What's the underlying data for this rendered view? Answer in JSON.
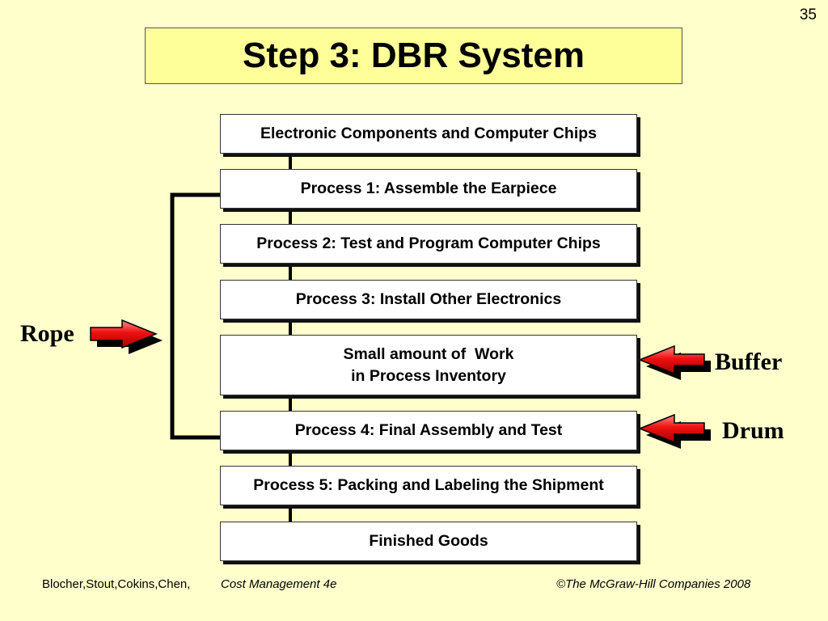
{
  "slide": {
    "number": "35",
    "title": "Step 3: DBR System"
  },
  "flow": {
    "boxes": [
      {
        "line1": "Electronic Components and Computer Chips",
        "line2": ""
      },
      {
        "line1": "Process 1: Assemble the Earpiece",
        "line2": ""
      },
      {
        "line1": "Process 2: Test and Program Computer Chips",
        "line2": ""
      },
      {
        "line1": "Process 3: Install Other Electronics",
        "line2": ""
      },
      {
        "line1": "Small amount of  Work",
        "line2": "in Process Inventory"
      },
      {
        "line1": "Process 4: Final Assembly and Test",
        "line2": ""
      },
      {
        "line1": "Process 5: Packing and Labeling the Shipment",
        "line2": ""
      },
      {
        "line1": "Finished Goods",
        "line2": ""
      }
    ]
  },
  "labels": {
    "rope": "Rope",
    "buffer": "Buffer",
    "drum": "Drum"
  },
  "colors": {
    "background": "#ffffcc",
    "title_fill": "#ffff99",
    "arrow_red": "#ee1111"
  },
  "footer": {
    "authors": "Blocher,Stout,Cokins,Chen,",
    "book": "Cost Management 4e",
    "copyright": "©The McGraw-Hill Companies 2008"
  }
}
